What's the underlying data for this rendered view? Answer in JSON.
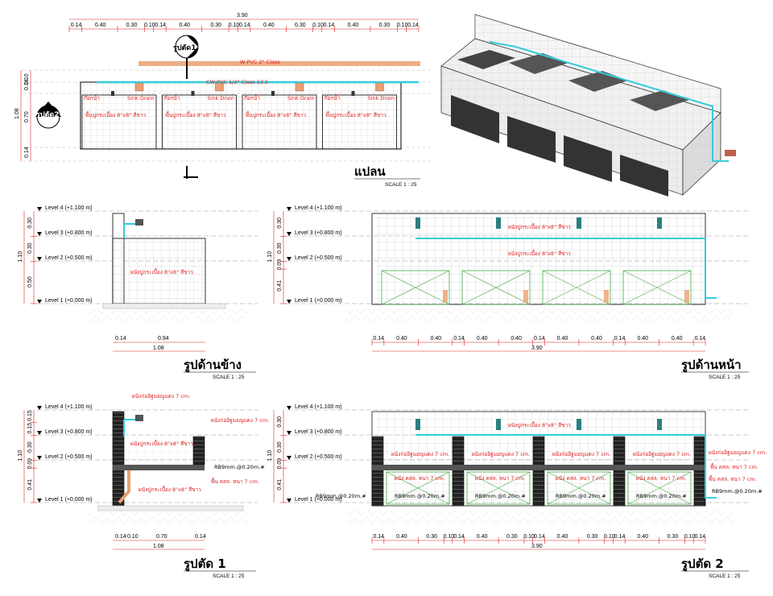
{
  "plan": {
    "title": "แปลน",
    "scale": "SCALE   1 : 25",
    "top_dims": [
      "0.14",
      "0.40",
      "0.30",
      "0.10",
      "0.14",
      "0.40",
      "0.30",
      "0.10",
      "0.14",
      "0.40",
      "0.30",
      "0.10",
      "0.14",
      "0.40",
      "0.30",
      "0.10",
      "0.14"
    ],
    "total_top": "3.90",
    "side_dims": [
      "0.10",
      "0.14",
      "0.70",
      "0.14"
    ],
    "side_total": "1.08",
    "pipe1": "W-PVC 2\" Class",
    "pipe2": "CW-PVC 1/2\" Class 13.5",
    "section1_tag": "รูปตัด1",
    "section2_tag": "รูปตัด2",
    "faucet": "ก๊อกน้ำ",
    "drain": "Sink Drain",
    "floor_note": "พื้นปูกระเบื้อง 8\"x8\" สีขาว"
  },
  "side_elev": {
    "title": "รูปด้านข้าง",
    "scale": "SCALE   1 : 25",
    "levels": [
      "Level 4 (+1.100 m)",
      "Level 3 (+0.800 m)",
      "Level 2 (+0.500 m)",
      "Level 1 (+0.000 m)"
    ],
    "vdims": [
      "0.30",
      "0.30",
      "0.50"
    ],
    "vtotal": "1.10",
    "wall_note": "ผนังปูกระเบื้อง 8\"x8\" สีขาว",
    "hdims": [
      "0.14",
      "0.94"
    ],
    "htotal": "1.08"
  },
  "front_elev": {
    "title": "รูปด้านหน้า",
    "scale": "SCALE   1 : 25",
    "levels": [
      "Level 4 (+1.100 m)",
      "Level 3 (+0.800 m)",
      "Level 2 (+0.500 m)",
      "Level 1 (+0.000 m)"
    ],
    "vdims": [
      "0.30",
      "0.30",
      "0.09",
      "0.41"
    ],
    "vtotal": "1.10",
    "wall_note": "ผนังปูกระเบื้อง 8\"x8\" สีขาว",
    "hdims": [
      "0.14",
      "0.40",
      "0.40",
      "0.14",
      "0.40",
      "0.40",
      "0.14",
      "0.40",
      "0.40",
      "0.14",
      "0.40",
      "0.40",
      "0.14"
    ],
    "htotal": "3.90"
  },
  "section1": {
    "title": "รูปตัด 1",
    "scale": "SCALE   1 : 25",
    "levels": [
      "Level 4 (+1.100 m)",
      "Level 3 (+0.800 m)",
      "Level 2 (+0.500 m)",
      "Level 1 (+0.000 m)"
    ],
    "vdims": [
      "0.15",
      "0.15",
      "0.30",
      "0.09",
      "0.41"
    ],
    "vtotal": "1.10",
    "brick": "ผนังก่ออิฐมอญแดง 7 cm.",
    "tile": "ผนังปูกระเบื้อง 8\"x8\" สีขาว",
    "rebar": "RB9mm.@0.20m.#",
    "slab": "พื้น คสล. หนา 7 cm.",
    "hdims": [
      "0.14",
      "0.10",
      "0.70",
      "0.14"
    ],
    "htotal": "1.08"
  },
  "section2": {
    "title": "รูปตัด 2",
    "scale": "SCALE   1 : 25",
    "levels": [
      "Level 4 (+1.100 m)",
      "Level 3 (+0.800 m)",
      "Level 2 (+0.500 m)",
      "Level 1 (+0.000 m)"
    ],
    "vdims": [
      "0.30",
      "0.30",
      "0.09",
      "0.41"
    ],
    "vtotal": "1.10",
    "brick": "ผนังก่ออิฐมอญแดง 7 cm.",
    "tile": "ผนังปูกระเบื้อง 8\"x8\" สีขาว",
    "rebar": "RB9mm.@0.20m.#",
    "slab": "พื้น คสล. หนา 7 cm.",
    "slab_short": "ผนัง คสล. หนา 7 cm.",
    "hdims": [
      "0.14",
      "0.40",
      "0.30",
      "0.10",
      "0.14",
      "0.40",
      "0.30",
      "0.10",
      "0.14",
      "0.40",
      "0.30",
      "0.10",
      "0.14",
      "0.40",
      "0.30",
      "0.10",
      "0.14"
    ],
    "htotal": "3.90"
  },
  "colors": {
    "dim_red": "#e02020",
    "pipe_cyan": "#33ccdd",
    "pipe_orange": "#e8a070",
    "hatch_green": "#44aa44",
    "grid": "#999999"
  }
}
